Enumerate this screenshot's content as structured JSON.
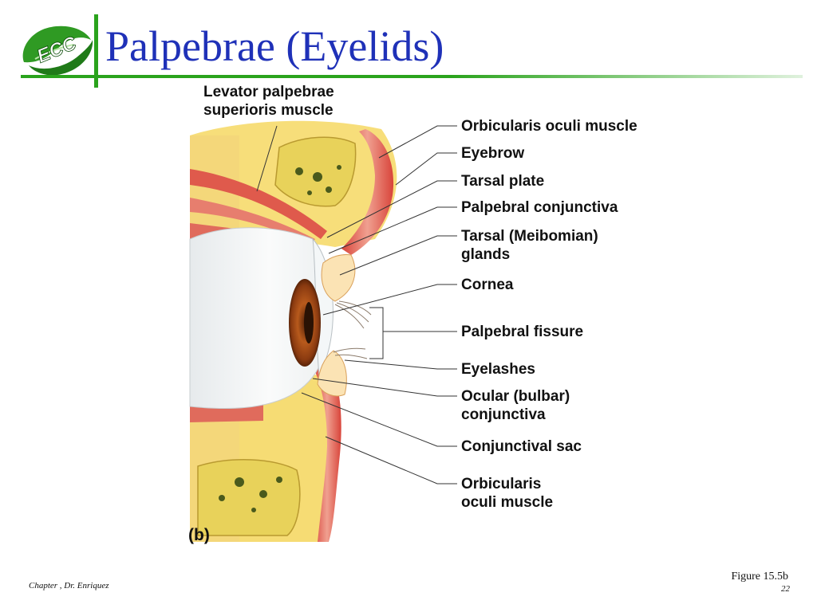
{
  "slide": {
    "title": "Palpebrae (Eyelids)",
    "logo_text": "ECC",
    "colors": {
      "title": "#1f31b8",
      "accent": "#2aa31c"
    }
  },
  "figure": {
    "labels": {
      "levator": "Levator palpebrae\nsuperioris muscle",
      "orbicularis_top": "Orbicularis oculi muscle",
      "eyebrow": "Eyebrow",
      "tarsal_plate": "Tarsal plate",
      "palpebral_conjunctiva": "Palpebral conjunctiva",
      "tarsal_glands": "Tarsal (Meibomian)\nglands",
      "cornea": "Cornea",
      "palpebral_fissure": "Palpebral fissure",
      "eyelashes": "Eyelashes",
      "ocular_conjunctiva": "Ocular (bulbar)\nconjunctiva",
      "conjunctival_sac": "Conjunctival sac",
      "orbicularis_bottom": "Orbicularis\noculi muscle"
    },
    "panel_letter": "(b)"
  },
  "footer": {
    "chapter": "Chapter , Dr. Enriquez",
    "figure_ref": "Figure 15.5b",
    "page_number": "22"
  }
}
